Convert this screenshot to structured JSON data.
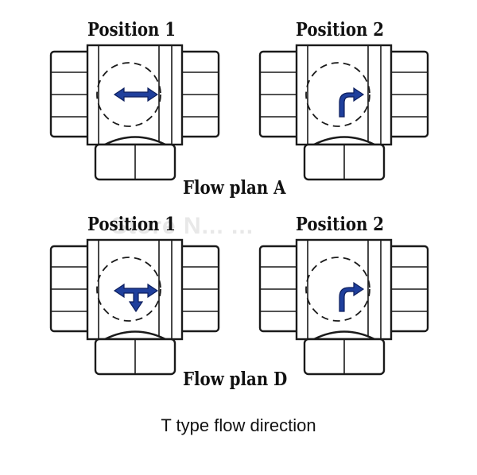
{
  "diagram": {
    "positions": [
      {
        "label": "Position 1",
        "plan": "A",
        "flow": "straight-through"
      },
      {
        "label": "Position 2",
        "plan": "A",
        "flow": "elbow-turn"
      },
      {
        "label": "Position 1",
        "plan": "D",
        "flow": "tee-split"
      },
      {
        "label": "Position 2",
        "plan": "D",
        "flow": "elbow-turn"
      }
    ],
    "plan_labels": [
      "Flow plan A",
      "Flow plan D"
    ],
    "caption": "T type flow direction",
    "watermark": "Store N... ...",
    "colors": {
      "arrow": "#1f3f9c",
      "outline": "#1a1a1a"
    }
  }
}
